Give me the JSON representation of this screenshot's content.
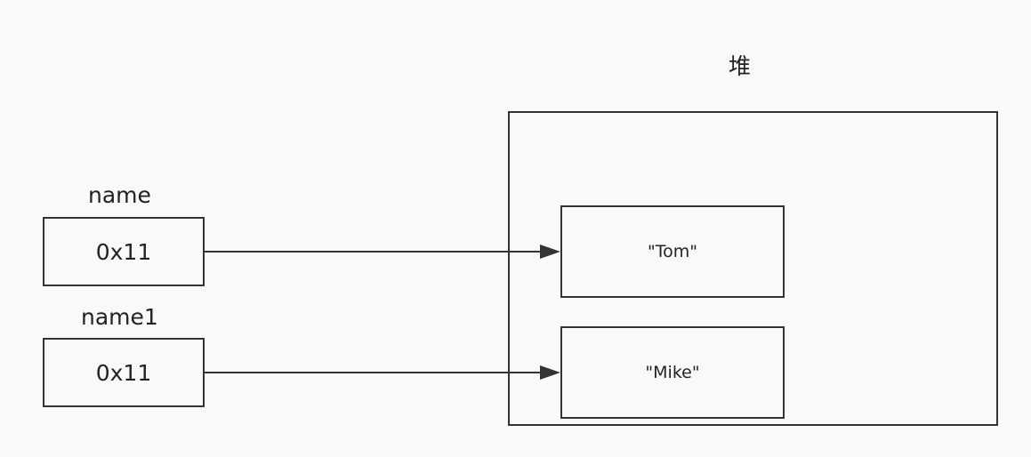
{
  "heap": {
    "label": "堆",
    "items": [
      {
        "value": "\"Tom\""
      },
      {
        "value": "\"Mike\""
      }
    ]
  },
  "variables": [
    {
      "name": "name",
      "address": "0x11",
      "points_to": "\"Tom\""
    },
    {
      "name": "name1",
      "address": "0x11",
      "points_to": "\"Mike\""
    }
  ],
  "colors": {
    "background": "#f9f9f9",
    "stroke": "#333333",
    "text": "#222222"
  }
}
